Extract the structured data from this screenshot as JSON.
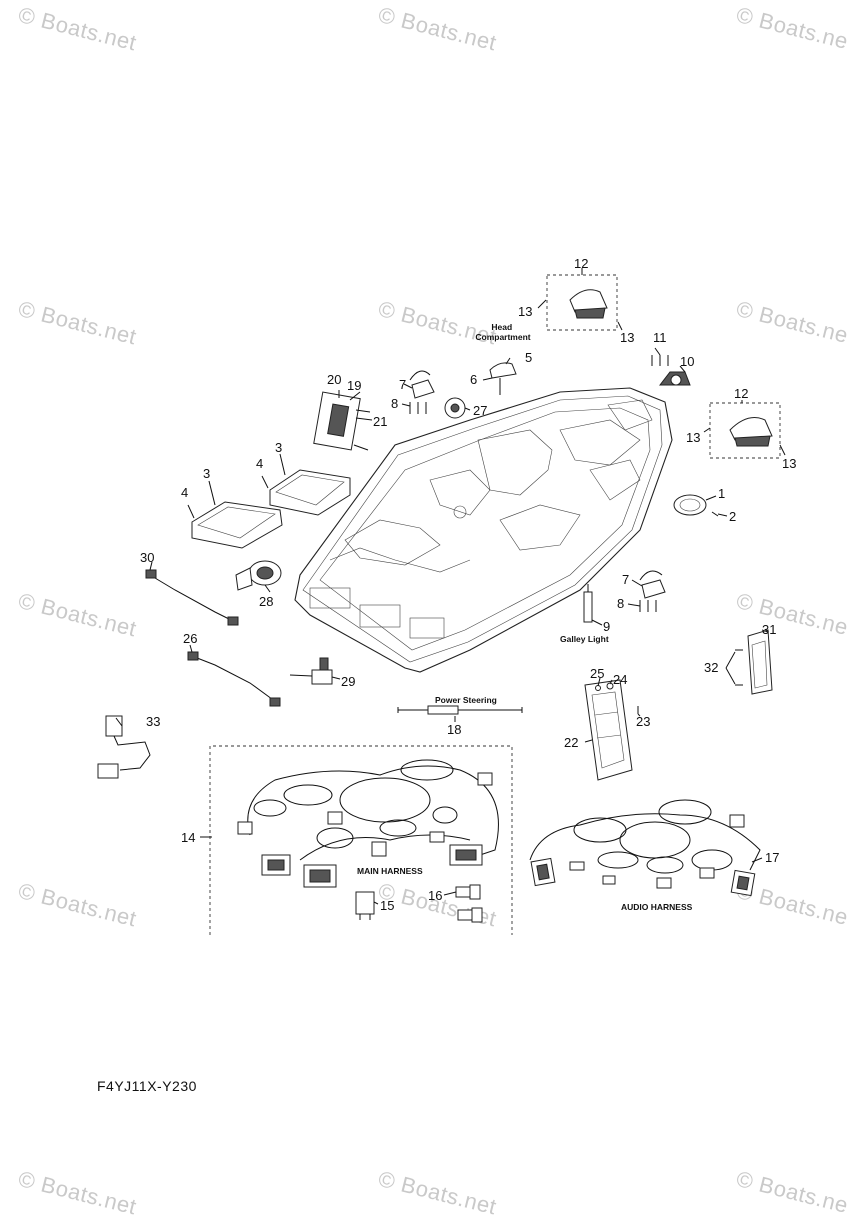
{
  "watermark": "© Boats.net",
  "drawing_code": "F4YJ11X-Y230",
  "labels": {
    "head_compartment": "Head\nCompartment",
    "galley_light": "Galley Light",
    "power_steering": "Power Steering",
    "main_harness": "MAIN HARNESS",
    "audio_harness": "AUDIO HARNESS"
  },
  "callouts": [
    "1",
    "2",
    "3",
    "4",
    "5",
    "6",
    "7",
    "8",
    "9",
    "10",
    "11",
    "12",
    "13",
    "14",
    "15",
    "16",
    "17",
    "18",
    "19",
    "20",
    "21",
    "22",
    "23",
    "24",
    "25",
    "26",
    "27",
    "28",
    "29",
    "30",
    "31",
    "32",
    "33"
  ]
}
